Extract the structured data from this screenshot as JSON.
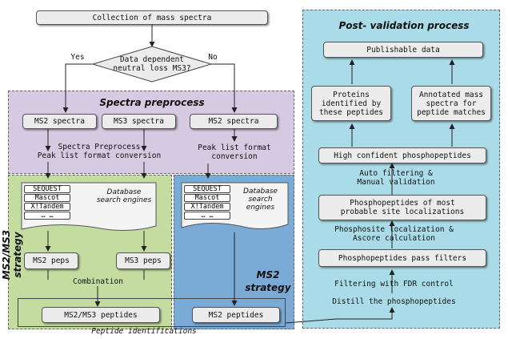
{
  "colors": {
    "preprocess_bg": "#d6c9e2",
    "ms2ms3_bg": "#c5dca0",
    "ms2_bg": "#7aaad6",
    "post_bg": "#a9dbe8",
    "box_bg": "#ececec"
  },
  "top": {
    "collection": "Collection of mass spectra",
    "decision": "Data dependent\nneutral loss MS3?",
    "yes": "Yes",
    "no": "No"
  },
  "preprocess": {
    "title": "Spectra preprocess",
    "ms2_spectra_left": "MS2 spectra",
    "ms3_spectra": "MS3 spectra",
    "ms2_spectra_right": "MS2 spectra",
    "left_step": "Spectra Preprocess\nPeak list format conversion",
    "right_step": "Peak list format\nconversion"
  },
  "ms2ms3": {
    "strategy_label": "MS2/MS3 strategy",
    "engines": [
      "SEQUEST",
      "Mascot",
      "X!Tandem",
      "… …"
    ],
    "engines_label": "Database\nsearch\nengines",
    "ms2_peps": "MS2 peps",
    "ms3_peps": "MS3 peps",
    "combination": "Combination",
    "peptides": "MS2/MS3 peptides"
  },
  "ms2": {
    "strategy_label": "MS2\nstrategy",
    "engines": [
      "SEQUEST",
      "Mascot",
      "X!Tandem",
      "… …"
    ],
    "engines_label": "Database\nsearch\nengines",
    "peptides": "MS2 peptides"
  },
  "bottom": {
    "peptide_identifications": "Peptide identifications"
  },
  "post": {
    "title": "Post- validation process",
    "publishable": "Publishable data",
    "proteins": "Proteins\nidentified by\nthese peptides",
    "annotated": "Annotated mass\nspectra for\npeptide matches",
    "high_conf": "High confident phosphopeptides",
    "auto_filter": "Auto filtering &\nManual validation",
    "most_probable": "Phosphopeptides of most\nprobable site localizations",
    "localization": "Phosphosite localization &\nAscore calculation",
    "pass_filters": "Phosphopeptides pass filters",
    "fdr": "Filtering with FDR control",
    "distill": "Distill the phosphopeptides"
  }
}
